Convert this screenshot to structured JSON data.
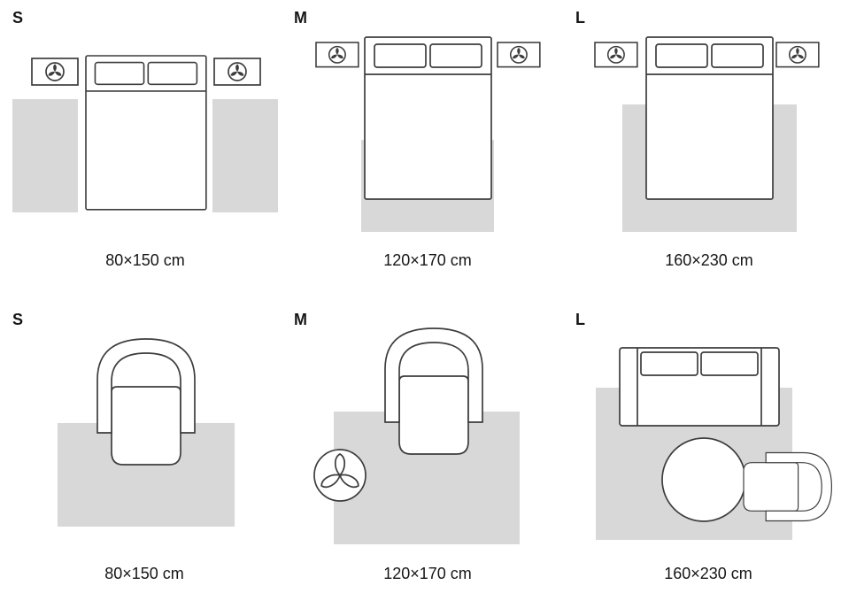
{
  "colors": {
    "rug": "#d8d8d8",
    "outline": "#3d3d3d",
    "text": "#161616",
    "background": "#ffffff"
  },
  "sections": {
    "bedroom": {
      "panels": [
        {
          "label": "S",
          "size": "80×150 cm"
        },
        {
          "label": "M",
          "size": "120×170 cm"
        },
        {
          "label": "L",
          "size": "160×230 cm"
        }
      ]
    },
    "living": {
      "panels": [
        {
          "label": "S",
          "size": "80×150 cm"
        },
        {
          "label": "M",
          "size": "120×170 cm"
        },
        {
          "label": "L",
          "size": "160×230 cm"
        }
      ]
    }
  }
}
